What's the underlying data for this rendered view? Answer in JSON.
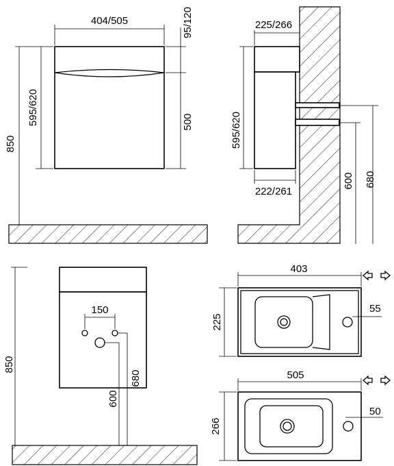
{
  "front_view": {
    "width": "404/505",
    "countertop_height": "95/120",
    "cabinet_height": "595/620",
    "install_height": "850",
    "door_height": "500"
  },
  "side_view": {
    "top_depth": "225/266",
    "cabinet_depth": "222/261",
    "cabinet_height": "595/620",
    "pipe_height_high": "680",
    "pipe_height_low": "600"
  },
  "back_view": {
    "hole_spacing": "150",
    "install_height": "850",
    "pipe_height_high": "680",
    "pipe_height_low": "600"
  },
  "basin_small": {
    "width": "403",
    "depth": "225",
    "tap_offset": "55",
    "reversible_icon": "double-arrow-icon"
  },
  "basin_large": {
    "width": "505",
    "depth": "266",
    "tap_offset": "50",
    "reversible_icon": "double-arrow-icon"
  }
}
